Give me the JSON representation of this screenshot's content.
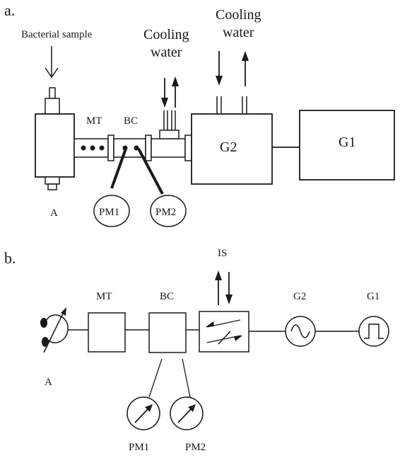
{
  "panel_a": {
    "label": "a.",
    "bacterial_sample": "Bacterial sample",
    "cooling_water_left_1": "Cooling",
    "cooling_water_left_2": "water",
    "cooling_water_right_1": "Cooling",
    "cooling_water_right_2": "water",
    "A": "A",
    "MT": "MT",
    "BC": "BC",
    "G2": "G2",
    "G1": "G1",
    "PM1": "PM1",
    "PM2": "PM2"
  },
  "panel_b": {
    "label": "b.",
    "IS": "IS",
    "MT": "MT",
    "BC": "BC",
    "G2": "G2",
    "G1": "G1",
    "A": "A",
    "PM1": "PM1",
    "PM2": "PM2"
  }
}
